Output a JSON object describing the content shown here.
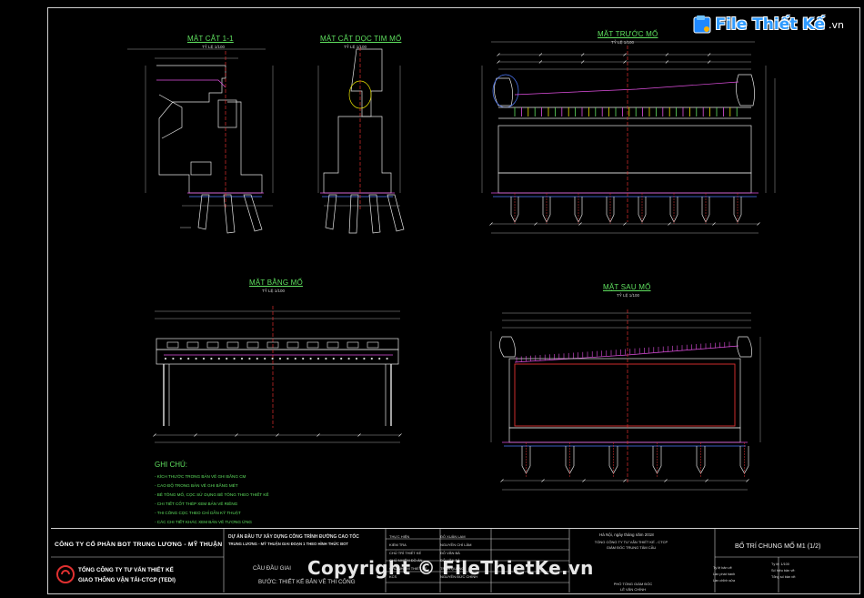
{
  "branding": {
    "logo_main": "File Thiết Kế",
    "logo_suffix": ".vn",
    "watermark": "Copyright © FileThietKe.vn",
    "logo_icon": "file-folder-icon"
  },
  "views": {
    "section_1_1": {
      "title": "MẶT CẮT 1-1",
      "scale": "TỶ LỆ 1/100"
    },
    "section_long": {
      "title": "MẶT CẮT DỌC TIM MỐ",
      "scale": "TỶ LỆ 1/100"
    },
    "front": {
      "title": "MẶT TRƯỚC MỐ",
      "scale": "TỶ LỆ 1/100"
    },
    "plan": {
      "title": "MẶT BẰNG MỐ",
      "scale": "TỶ LỆ 1/100"
    },
    "back": {
      "title": "MẶT SAU MỐ",
      "scale": "TỶ LỆ 1/100"
    }
  },
  "notes": {
    "heading": "GHI CHÚ:",
    "lines": [
      "- KÍCH THƯỚC TRONG BẢN VẼ GHI BẰNG CM",
      "- CAO ĐỘ TRONG BẢN VẼ GHI BẰNG MÉT",
      "- BÊ TÔNG MỐ, CỌC SỬ DỤNG BÊ TÔNG THEO THIẾT KẾ",
      "- CHI TIẾT CỐT THÉP XEM BẢN VẼ RIÊNG",
      "- THI CÔNG CỌC THEO CHỈ DẪN KỸ THUẬT",
      "- CÁC CHI TIẾT KHÁC XEM BẢN VẼ TƯƠNG ỨNG"
    ]
  },
  "title_block": {
    "company": "CÔNG TY CỔ PHẦN BOT TRUNG LƯƠNG - MỸ THUẬN",
    "consultant_line1": "TỔNG CÔNG TY TƯ VẤN THIẾT KẾ",
    "consultant_line2": "GIAO THÔNG VẬN TẢI-CTCP (TEDI)",
    "project_line1": "DỰ ÁN ĐẦU TƯ XÂY DỰNG CÔNG TRÌNH ĐƯỜNG CAO TỐC",
    "project_line2": "TRUNG LƯƠNG - MỸ THUẬN GIAI ĐOẠN 1 THEO HÌNH THỨC BOT",
    "package": "CẦU ĐẦU GIAI",
    "step": "BƯỚC: THIẾT KẾ BẢN VẼ THI CÔNG",
    "roles": [
      "THỰC HIỆN",
      "KIỂM TRA",
      "CHỦ TRÌ THIẾT KẾ",
      "CHỦ NHIỆM ĐỒ ÁN",
      "CHỦ NHIỆM THIẾT KẾ",
      "KCS"
    ],
    "names": [
      "ĐỖ XUÂN LAM",
      "NGUYỄN CHÍ LÂM",
      "ĐỖ VĂN BÀ",
      "ĐỖ VĂN BÀ",
      "TRẦN QUANG",
      "NGUYỄN ĐỨC CHÍNH"
    ],
    "date_line": "Hà Nội, ngày    tháng    năm 2018",
    "approval_lines": [
      "TỔNG CÔNG TY TƯ VẤN THIẾT KẾ - CTCP",
      "GIÁM ĐỐC TRUNG TÂM CẦU"
    ],
    "approval_bottom": [
      "PHÓ TỔNG GIÁM ĐỐC",
      "LÊ VĂN CHÍNH"
    ],
    "drawing_title": "BỐ TRÍ CHUNG MỐ M1 (1/2)",
    "info_right": [
      "Tỷ lệ: 1/100",
      "Số hiệu bản vẽ:",
      "Tổng số bản vẽ:"
    ],
    "info_left": [
      "Tỷ lệ bản vẽ",
      "Lần phát hành",
      "Lần chỉnh sửa"
    ]
  }
}
